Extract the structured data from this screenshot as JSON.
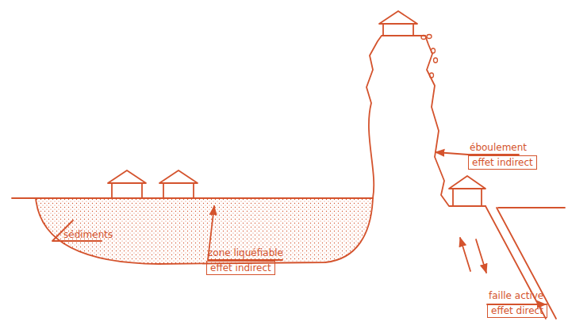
{
  "diagram": {
    "nodes": [
      {
        "text": [
          "éboulement",
          "effet indirect"
        ]
      },
      {
        "text": [
          "zone liquéfiable",
          "effet indirect"
        ]
      },
      {
        "text": [
          "faille active",
          "effet direct"
        ]
      }
    ],
    "labels": [
      "sédiments"
    ]
  }
}
